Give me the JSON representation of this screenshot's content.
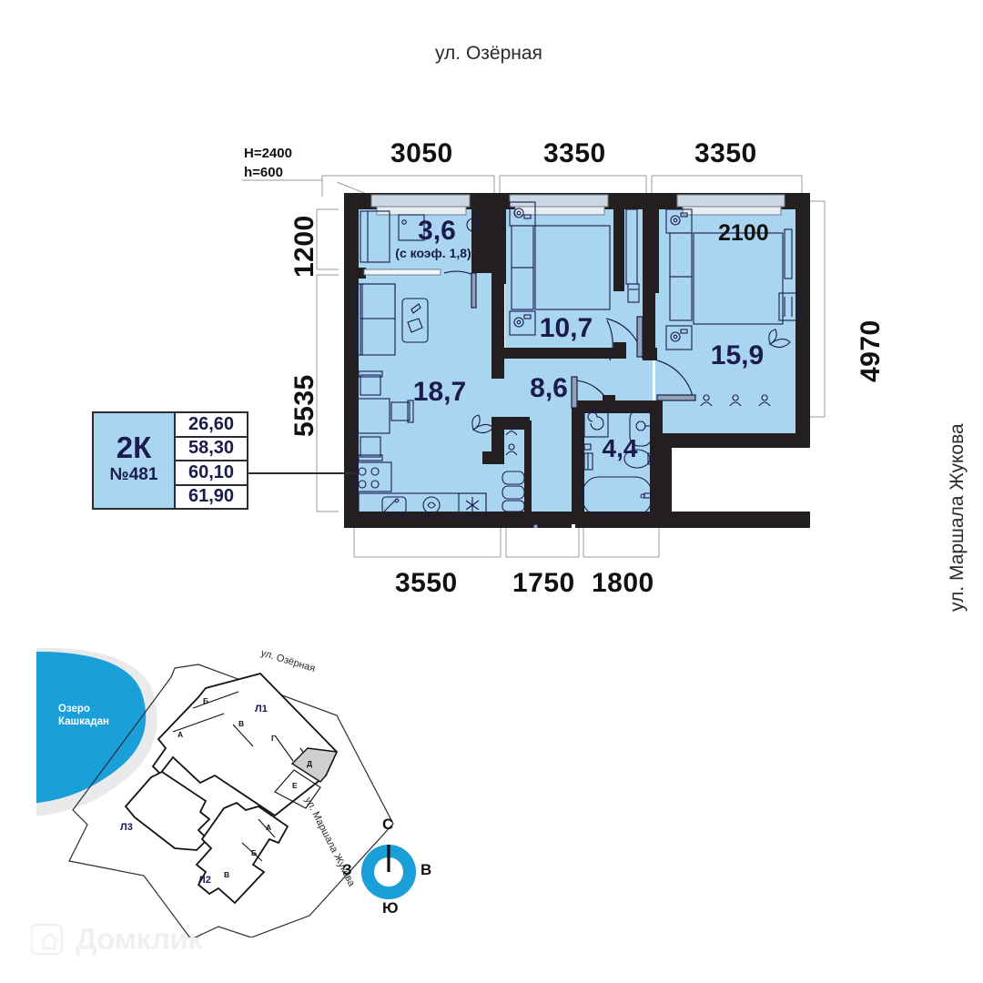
{
  "header": {
    "street_top": "ул. Озёрная"
  },
  "streets": {
    "right": "ул. Маршала Жукова",
    "site_top": "ул. Озёрная",
    "site_right": "ул. Маршала Жукова"
  },
  "ceiling": {
    "height_label": "H=2400",
    "sill_label": "h=600"
  },
  "dimensions": {
    "top": [
      "3050",
      "3350",
      "3350"
    ],
    "bottom": [
      "3550",
      "1750",
      "1800"
    ],
    "left": [
      "1200",
      "5535"
    ],
    "right": [
      "4970"
    ],
    "inner": [
      "2100"
    ]
  },
  "legend": {
    "type": "2К",
    "number": "№481",
    "areas": [
      "26,60",
      "58,30",
      "60,10",
      "61,90"
    ]
  },
  "rooms": [
    {
      "name": "balcony",
      "area": "3,6",
      "note": "(с коэф. 1,8)"
    },
    {
      "name": "living-room",
      "area": "18,7",
      "note": ""
    },
    {
      "name": "bedroom-small",
      "area": "10,7",
      "note": ""
    },
    {
      "name": "hall",
      "area": "8,6",
      "note": ""
    },
    {
      "name": "bedroom-large",
      "area": "15,9",
      "note": ""
    },
    {
      "name": "bathroom",
      "area": "4,4",
      "note": ""
    }
  ],
  "site_plan": {
    "lake_label_line1": "Озеро",
    "lake_label_line2": "Кашкадан",
    "buildings": [
      {
        "id": "l1",
        "label": "Л1"
      },
      {
        "id": "l2",
        "label": "Л2"
      },
      {
        "id": "l3",
        "label": "Л3"
      }
    ],
    "sections_top": [
      "А",
      "Б",
      "В",
      "Г",
      "Д",
      "Е"
    ],
    "sections_bottom": [
      "А",
      "Б",
      "В"
    ],
    "highlighted_section": "Д"
  },
  "compass": {
    "n": "С",
    "s": "Ю",
    "e": "В",
    "w": "З"
  },
  "watermark": {
    "text": "Домклик"
  },
  "colors": {
    "room_fill": "#a9d5f1",
    "wall": "#231f1e",
    "accent_blue": "#1a9fd9",
    "text_navy": "#1b1b4e",
    "window_fill": "#c8d8e4"
  }
}
